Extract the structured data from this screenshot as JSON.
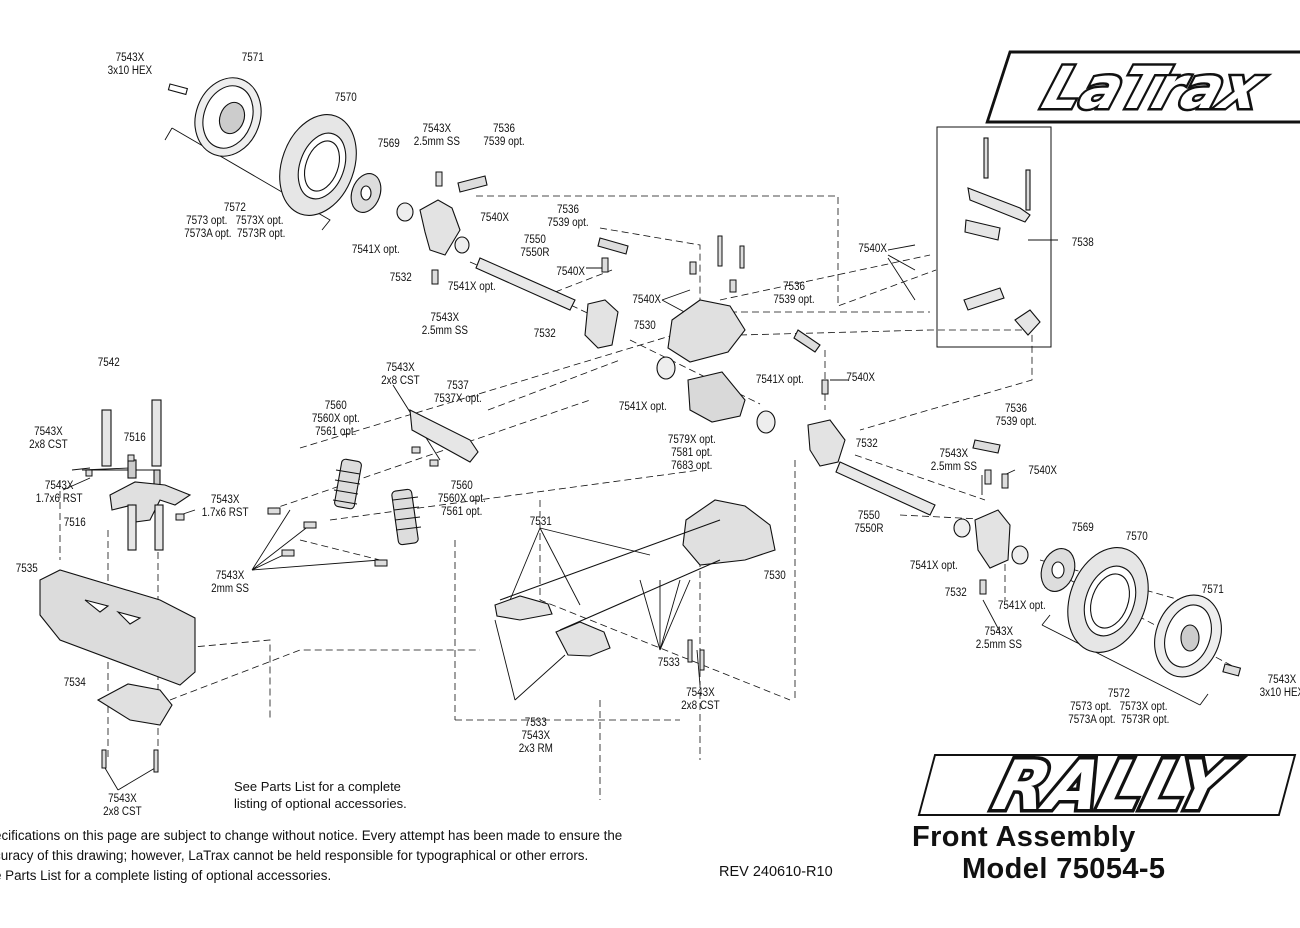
{
  "brand": {
    "logo_text": "LaTrax",
    "model_logo_text": "RALLY"
  },
  "title": {
    "line1": "Front Assembly",
    "line2": "Model 75054-5"
  },
  "revision": "REV 240610-R10",
  "note": {
    "line1": "See Parts List for a complete",
    "line2": "listing of optional accessories."
  },
  "disclaimer": {
    "line1": "ecifications on this page are subject to change without notice. Every attempt has been made to ensure the",
    "line2": "curacy of this drawing; however, LaTrax cannot be held responsible for typographical or other errors.",
    "line3": "e Parts List for a complete listing of optional accessories."
  },
  "colors": {
    "ink": "#111111",
    "part_fill": "#d9d9d9",
    "shade": "#888888"
  },
  "callouts": {
    "c01": "7543X\n3x10 HEX",
    "c02": "7571",
    "c03": "7570",
    "c04": "7569",
    "c05": "7572\n7573 opt.   7573X opt.\n7573A opt.  7573R opt.",
    "c06": "7543X\n2.5mm SS",
    "c07": "7536\n7539 opt.",
    "c08": "7540X",
    "c09": "7541X opt.",
    "c10": "7532",
    "c11": "7541X opt.",
    "c12": "7543X\n2.5mm SS",
    "c13": "7536\n7539 opt.",
    "c14": "7550\n7550R",
    "c15": "7540X",
    "c16": "7540X",
    "c17": "7532",
    "c18": "7530",
    "c19": "7536\n7539 opt.",
    "c20": "7540X",
    "c21": "7538",
    "c22": "7542",
    "c23": "7543X\n2x8 CST",
    "c24": "7516",
    "c25": "7543X\n1.7x6 RST",
    "c26": "7516",
    "c27": "7543X\n1.7x6 RST",
    "c28": "7543X\n2x8 CST",
    "c29": "7537\n7537X opt.",
    "c30": "7560\n7560X opt.\n7561 opt.",
    "c31": "7541X opt.",
    "c32": "7541X opt.",
    "c33": "7540X",
    "c34": "7579X opt.\n7581 opt.\n7683 opt.",
    "c35": "7532",
    "c36": "7536\n7539 opt.",
    "c37": "7543X\n2.5mm SS",
    "c38": "7540X",
    "c39": "7560\n7560X opt.\n7561 opt.",
    "c40": "7535",
    "c41": "7543X\n2mm SS",
    "c42": "7531",
    "c43": "7530",
    "c44": "7550\n7550R",
    "c45": "7569",
    "c46": "7570",
    "c47": "7541X opt.",
    "c48": "7532",
    "c49": "7541X opt.",
    "c50": "7571",
    "c51": "7543X\n2.5mm SS",
    "c52": "7533",
    "c53": "7543X\n2x8 CST",
    "c54": "7534",
    "c55": "7533\n7543X\n2x3 RM",
    "c56": "7543X\n3x10 HEX",
    "c57": "7572\n7573 opt.   7573X opt.\n7573A opt.  7573R opt.",
    "c58": "7543X\n2x8 CST"
  }
}
